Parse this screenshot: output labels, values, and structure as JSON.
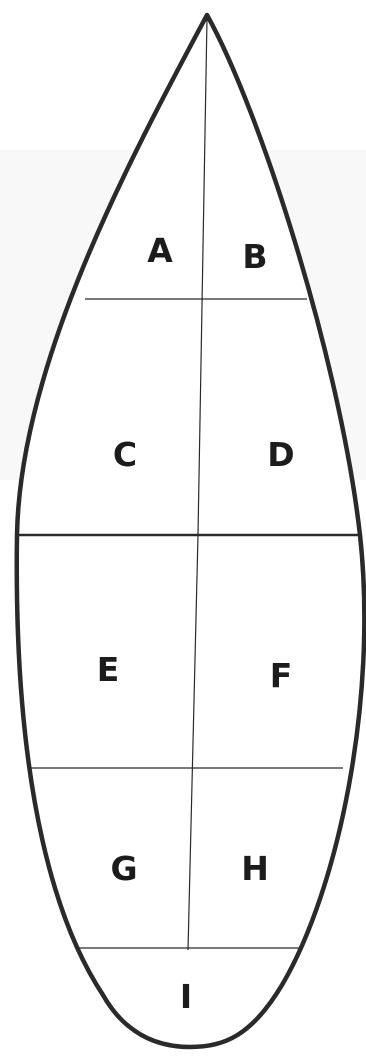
{
  "regions": [
    {
      "id": "A",
      "label": "A"
    },
    {
      "id": "B",
      "label": "B"
    },
    {
      "id": "C",
      "label": "C"
    },
    {
      "id": "D",
      "label": "D"
    },
    {
      "id": "E",
      "label": "E"
    },
    {
      "id": "F",
      "label": "F"
    },
    {
      "id": "G",
      "label": "G"
    },
    {
      "id": "H",
      "label": "H"
    },
    {
      "id": "I",
      "label": "I"
    }
  ],
  "colors": {
    "outline": "#2a2a2a",
    "divider": "#2a2a2a",
    "label": "#1c1c1c",
    "background": "#ffffff"
  }
}
